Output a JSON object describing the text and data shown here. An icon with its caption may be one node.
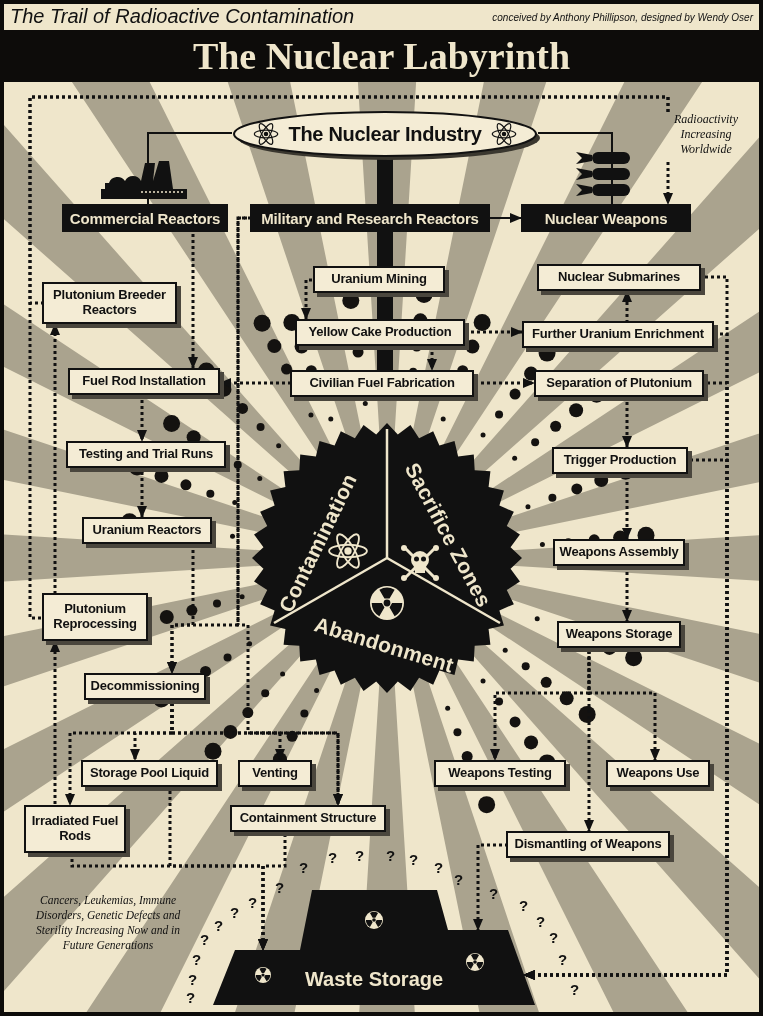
{
  "diagram": {
    "title": "The Nuclear Labyrinth",
    "nodes": [
      {
        "text": [
          "The Nuclear Industry"
        ]
      },
      {
        "text": [
          "Commercial Reactors"
        ]
      },
      {
        "text": [
          "Military and Research Reactors"
        ]
      },
      {
        "text": [
          "Nuclear Weapons"
        ]
      },
      {
        "text": [
          "Radioactivity Increasing Worldwide"
        ]
      },
      {
        "text": [
          "Uranium Mining"
        ]
      },
      {
        "text": [
          "Nuclear Submarines"
        ]
      },
      {
        "text": [
          "Plutonium Breeder Reactors"
        ]
      },
      {
        "text": [
          "Yellow Cake Production"
        ]
      },
      {
        "text": [
          "Further Uranium Enrichment"
        ]
      },
      {
        "text": [
          "Fuel Rod Installation"
        ]
      },
      {
        "text": [
          "Civilian Fuel Fabrication"
        ]
      },
      {
        "text": [
          "Separation of Plutonium"
        ]
      },
      {
        "text": [
          "Testing and Trial Runs"
        ]
      },
      {
        "text": [
          "Trigger Production"
        ]
      },
      {
        "text": [
          "Uranium Reactors"
        ]
      },
      {
        "text": [
          "Weapons Assembly"
        ]
      },
      {
        "text": [
          "Plutonium Reprocessing"
        ]
      },
      {
        "text": [
          "Weapons Storage"
        ]
      },
      {
        "text": [
          "Decommissioning"
        ]
      },
      {
        "text": [
          "Storage Pool Liquid"
        ]
      },
      {
        "text": [
          "Venting"
        ]
      },
      {
        "text": [
          "Weapons Testing"
        ]
      },
      {
        "text": [
          "Weapons Use"
        ]
      },
      {
        "text": [
          "Irradiated Fuel Rods"
        ]
      },
      {
        "text": [
          "Containment Structure"
        ]
      },
      {
        "text": [
          "Dismantling of Weapons"
        ]
      },
      {
        "text": [
          "Contamination",
          "Sacrifice Zones",
          "Abandonment"
        ]
      },
      {
        "text": [
          "Waste Storage"
        ]
      }
    ],
    "edges": [
      {
        "from": 0,
        "to": 1,
        "arrow": "none"
      },
      {
        "from": 0,
        "to": 3,
        "arrow": "none"
      },
      {
        "from": 0,
        "to": 2,
        "arrow": "none",
        "style": "thick"
      },
      {
        "from": 2,
        "to": 5,
        "arrow": "none",
        "style": "thick"
      },
      {
        "from": 5,
        "to": 8,
        "arrow": "none",
        "style": "thick"
      },
      {
        "from": 8,
        "to": 11,
        "arrow": "none",
        "style": "thick"
      },
      {
        "from": 2,
        "to": 3,
        "arrow": "to"
      },
      {
        "from": 4,
        "to": 3,
        "arrow": "to",
        "style": "dashed"
      },
      {
        "from": 17,
        "to": 4,
        "arrow": "none",
        "style": "dashed"
      },
      {
        "from": 7,
        "to": 4,
        "arrow": "none",
        "style": "dashed"
      },
      {
        "from": 1,
        "to": 10,
        "arrow": "to",
        "style": "dashed"
      },
      {
        "from": 5,
        "to": 8,
        "arrow": "to",
        "style": "dashed"
      },
      {
        "from": 8,
        "to": 11,
        "arrow": "to",
        "style": "dashed"
      },
      {
        "from": 11,
        "to": 10,
        "arrow": "to",
        "style": "dashed"
      },
      {
        "from": 11,
        "to": 12,
        "arrow": "to",
        "style": "dashed"
      },
      {
        "from": 8,
        "to": 9,
        "arrow": "to",
        "style": "dashed"
      },
      {
        "from": 9,
        "to": 6,
        "arrow": "to",
        "style": "dashed"
      },
      {
        "from": 6,
        "to": 28,
        "arrow": "to",
        "style": "dashed"
      },
      {
        "from": 9,
        "to": 28,
        "arrow": "to",
        "style": "dashed"
      },
      {
        "from": 12,
        "to": 28,
        "arrow": "to",
        "style": "dashed"
      },
      {
        "from": 14,
        "to": 28,
        "arrow": "to",
        "style": "dashed"
      },
      {
        "from": 12,
        "to": 14,
        "arrow": "to",
        "style": "dashed"
      },
      {
        "from": 14,
        "to": 16,
        "arrow": "to",
        "style": "dashed"
      },
      {
        "from": 16,
        "to": 18,
        "arrow": "to",
        "style": "dashed"
      },
      {
        "from": 18,
        "to": 22,
        "arrow": "to",
        "style": "dashed"
      },
      {
        "from": 18,
        "to": 23,
        "arrow": "to",
        "style": "dashed"
      },
      {
        "from": 18,
        "to": 26,
        "arrow": "to",
        "style": "dashed"
      },
      {
        "from": 26,
        "to": 28,
        "arrow": "to",
        "style": "dashed"
      },
      {
        "from": 24,
        "to": 28,
        "arrow": "to",
        "style": "dashed"
      },
      {
        "from": 20,
        "to": 28,
        "arrow": "to",
        "style": "dashed"
      },
      {
        "from": 25,
        "to": 28,
        "arrow": "to",
        "style": "dashed"
      },
      {
        "from": 24,
        "to": 17,
        "arrow": "to",
        "style": "dashed"
      },
      {
        "from": 17,
        "to": 7,
        "arrow": "to",
        "style": "dashed"
      },
      {
        "from": 10,
        "to": 13,
        "arrow": "to",
        "style": "dashed"
      },
      {
        "from": 13,
        "to": 15,
        "arrow": "to",
        "style": "dashed"
      },
      {
        "from": 15,
        "to": 19,
        "arrow": "to",
        "style": "dashed"
      },
      {
        "from": 2,
        "to": 19,
        "arrow": "to",
        "style": "dashed"
      },
      {
        "from": 19,
        "to": 20,
        "arrow": "to",
        "style": "dashed"
      },
      {
        "from": 19,
        "to": 24,
        "arrow": "to",
        "style": "dashed"
      },
      {
        "from": 19,
        "to": 21,
        "arrow": "to",
        "style": "dashed"
      },
      {
        "from": 19,
        "to": 25,
        "arrow": "to",
        "style": "dashed"
      },
      {
        "from": 2,
        "to": 25,
        "arrow": "to",
        "style": "dashed"
      }
    ],
    "labels": [
      "The Trail of Radioactive Contamination",
      "conceived by Anthony Phillipson, designed by Wendy Oser",
      "Cancers, Leukemias, Immune Disorders, Genetic Defects and Sterility Increasing Now and in Future Generations",
      "?",
      "?",
      "?",
      "?",
      "?",
      "?",
      "?",
      "?",
      "?",
      "?",
      "?",
      "?",
      "?",
      "?",
      "?",
      "?",
      "?",
      "?",
      "?",
      "?",
      "?"
    ]
  }
}
